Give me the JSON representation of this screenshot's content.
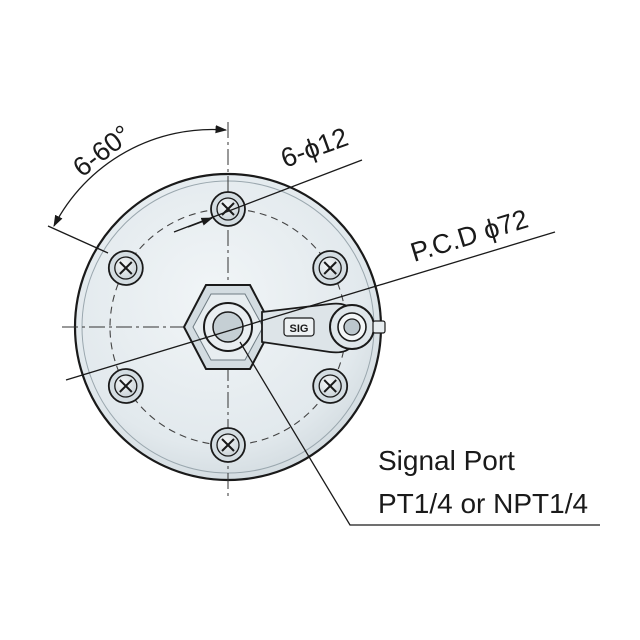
{
  "drawing": {
    "angle_dim": "6-60°",
    "hole_dim": "6-ϕ12",
    "pcd_dim": "P.C.D ϕ72",
    "sig_tag": "SIG",
    "callout": {
      "line1": "Signal Port",
      "line2": "PT1/4 or NPT1/4"
    },
    "colors": {
      "line": "#1a1a1a",
      "body_fill": "#e4ebef",
      "hex_fill": "#dfe6ea",
      "screw_fill": "#e9eef1"
    },
    "bolt_count": 6
  }
}
